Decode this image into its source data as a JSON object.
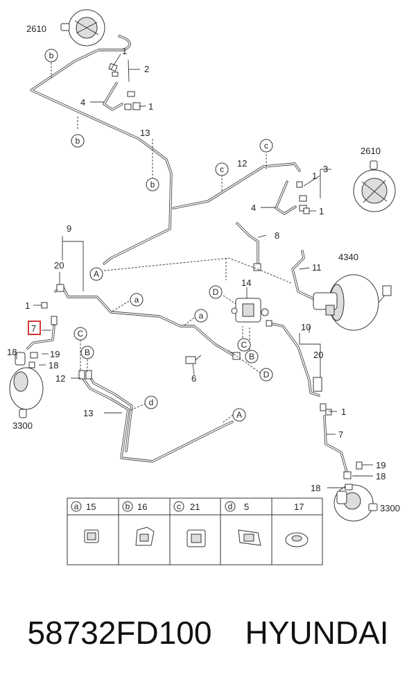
{
  "labels": {
    "n2610_top": "2610",
    "n2610_right": "2610",
    "n1_a": "1",
    "n2": "2",
    "n4_a": "4",
    "n1_b": "1",
    "n13_top": "13",
    "n12_top": "12",
    "n1_c": "1",
    "n3": "3",
    "n4_b": "4",
    "n1_d": "1",
    "n9": "9",
    "n20_a": "20",
    "n1_e": "1",
    "n7_sel": "7",
    "n19_a": "19",
    "n18_a": "18",
    "n18_b": "18",
    "n3300_left": "3300",
    "n8": "8",
    "n11": "11",
    "n4340": "4340",
    "n14": "14",
    "n10": "10",
    "n20_b": "20",
    "n6": "6",
    "n12_bot": "12",
    "n13_bot": "13",
    "n1_f": "1",
    "n7_b": "7",
    "n19_b": "19",
    "n18_c": "18",
    "n18_d": "18",
    "n3300_right": "3300"
  },
  "refs": {
    "b": "b",
    "c": "c",
    "a": "a",
    "d": "d",
    "A": "A",
    "B": "B",
    "C": "C",
    "D": "D"
  },
  "legend": [
    {
      "ref": "a",
      "num": "15"
    },
    {
      "ref": "b",
      "num": "16"
    },
    {
      "ref": "c",
      "num": "21"
    },
    {
      "ref": "d",
      "num": "5"
    },
    {
      "ref": "",
      "num": "17"
    }
  ],
  "footer": {
    "part_number": "58732FD100",
    "brand": "HYUNDAI"
  },
  "colors": {
    "highlight": "#cc2222",
    "line": "#333333"
  }
}
